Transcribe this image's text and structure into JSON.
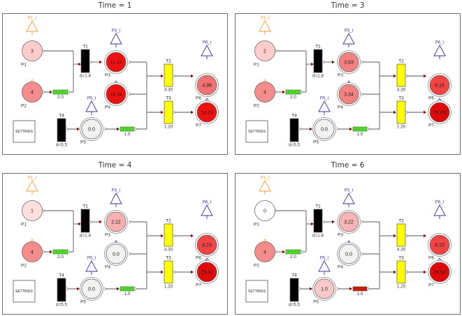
{
  "colors": {
    "token_pale": "#ffcccc",
    "token_mid": "#f48080",
    "token_dark": "#ee1111",
    "empty": "#f2f2f2",
    "transition_black": "#000000",
    "transition_yellow": "#ffff00",
    "delay_green": "#55dd33",
    "delay_red": "#dd1111",
    "p1_tag": "#ff9933",
    "blue_tag": "#3333aa"
  },
  "panels": [
    {
      "title": "Time = 1",
      "places": {
        "P1": {
          "label": "P1",
          "value": "3",
          "fill": "#ffcccc",
          "tag": "P1_t"
        },
        "P2": {
          "label": "P2",
          "value": "4",
          "fill": "#f48c8c"
        },
        "P3": {
          "label": "P3",
          "value": "11.43",
          "fill": "#ee1111",
          "tag": "P3_t"
        },
        "P4": {
          "label": "P4",
          "value": "14.34",
          "fill": "#ee1111"
        },
        "P5": {
          "label": "P5",
          "value": "0.0",
          "fill": "#f2f2f2",
          "tag": "P5_t"
        },
        "P6": {
          "label": "P6",
          "value": "4.98",
          "fill": "#f27272",
          "tag": "P6_t"
        },
        "P7": {
          "label": "P7",
          "value": "14.23",
          "fill": "#ee1111"
        }
      },
      "transitions": {
        "T1": {
          "label": "T1",
          "param": "d=1.8"
        },
        "T2": {
          "label": "T2",
          "param": "4.30"
        },
        "T3": {
          "label": "T3",
          "param": "1.20"
        },
        "T4": {
          "label": "T4",
          "param": "d=5.5"
        }
      },
      "delays": {
        "D1": {
          "value": "2.0",
          "fill": "#55dd33"
        },
        "D2": {
          "value": "1.0",
          "fill": "#55dd33"
        }
      },
      "settings_label": "SETTINGS"
    },
    {
      "title": "Time = 3",
      "places": {
        "P1": {
          "label": "P1",
          "value": "2",
          "fill": "#ffcccc",
          "tag": "P1_t"
        },
        "P2": {
          "label": "P2",
          "value": "4",
          "fill": "#f48c8c"
        },
        "P3": {
          "label": "P3",
          "value": "3.83",
          "fill": "#f48080",
          "tag": "P3_t"
        },
        "P4": {
          "label": "P4",
          "value": "3.34",
          "fill": "#f48080"
        },
        "P5": {
          "label": "P5",
          "value": "0.0",
          "fill": "#f2f2f2",
          "tag": "P5_t"
        },
        "P6": {
          "label": "P6",
          "value": "8.16",
          "fill": "#f24444",
          "tag": "P6_t"
        },
        "P7": {
          "label": "P7",
          "value": "29.08",
          "fill": "#e00a0a"
        }
      },
      "transitions": {
        "T1": {
          "label": "T1",
          "param": "d=1.8"
        },
        "T2": {
          "label": "T2",
          "param": "4.30"
        },
        "T3": {
          "label": "T3",
          "param": "1.20"
        },
        "T4": {
          "label": "T4",
          "param": "d=5.5"
        }
      },
      "delays": {
        "D1": {
          "value": "2.0",
          "fill": "#55dd33"
        },
        "D2": {
          "value": "1.0",
          "fill": "#55dd33"
        }
      },
      "settings_label": "SETTINGS"
    },
    {
      "title": "Time = 4",
      "places": {
        "P1": {
          "label": "P1",
          "value": "1",
          "fill": "#ffdede",
          "tag": "P1_t"
        },
        "P2": {
          "label": "P2",
          "value": "4",
          "fill": "#f48c8c"
        },
        "P3": {
          "label": "P3",
          "value": "2.22",
          "fill": "#f8b0b0",
          "tag": "P3_t"
        },
        "P4": {
          "label": "P4",
          "value": "0.0",
          "fill": "#f2f2f2"
        },
        "P5": {
          "label": "P5",
          "value": "0.0",
          "fill": "#f2f2f2",
          "tag": "P5_t"
        },
        "P6": {
          "label": "P6",
          "value": "8.23",
          "fill": "#f24444",
          "tag": "P6_t"
        },
        "P7": {
          "label": "P7",
          "value": "29.94",
          "fill": "#e00a0a"
        }
      },
      "transitions": {
        "T1": {
          "label": "T1",
          "param": "d=1.8"
        },
        "T2": {
          "label": "T2",
          "param": "4.30"
        },
        "T3": {
          "label": "T3",
          "param": "1.20"
        },
        "T4": {
          "label": "T4",
          "param": "d=5.5"
        }
      },
      "delays": {
        "D1": {
          "value": "2.0",
          "fill": "#55dd33"
        },
        "D2": {
          "value": "1.0",
          "fill": "#55dd33"
        }
      },
      "settings_label": "SETTINGS"
    },
    {
      "title": "Time = 6",
      "places": {
        "P1": {
          "label": "P1",
          "value": "0",
          "fill": "#ffffff",
          "tag": "P1_t"
        },
        "P2": {
          "label": "P2",
          "value": "4",
          "fill": "#f48c8c"
        },
        "P3": {
          "label": "P3",
          "value": "3.22",
          "fill": "#f8b4b4",
          "tag": "P3_t"
        },
        "P4": {
          "label": "P4",
          "value": "0.0",
          "fill": "#f2f2f2"
        },
        "P5": {
          "label": "P5",
          "value": "1.0",
          "fill": "#fac8c8",
          "tag": "P5_t"
        },
        "P6": {
          "label": "P6",
          "value": "8.23",
          "fill": "#f24444",
          "tag": "P6_t"
        },
        "P7": {
          "label": "P7",
          "value": "29.94",
          "fill": "#e00a0a"
        }
      },
      "transitions": {
        "T1": {
          "label": "T1",
          "param": "d=1.8"
        },
        "T2": {
          "label": "T2",
          "param": "4.30"
        },
        "T3": {
          "label": "T3",
          "param": "1.20"
        },
        "T4": {
          "label": "T4",
          "param": "d=5.5"
        }
      },
      "delays": {
        "D1": {
          "value": "2.0",
          "fill": "#55dd33"
        },
        "D2": {
          "value": "1.0",
          "fill": "#dd1111"
        }
      },
      "settings_label": "SETTINGS"
    }
  ]
}
